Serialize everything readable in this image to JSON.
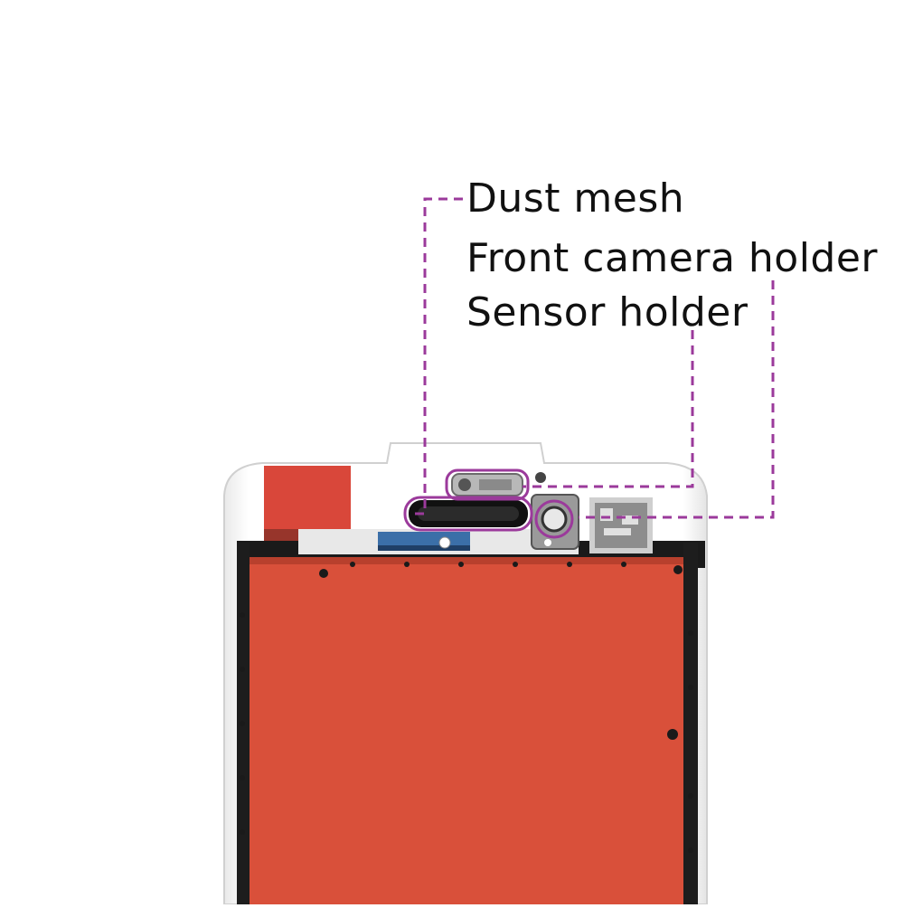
{
  "labels": {
    "dust_mesh": "Dust mesh",
    "front_camera_holder": "Front camera holder",
    "sensor_holder": "Sensor holder"
  },
  "colors": {
    "callout": "#9b3a9b",
    "lcd_backing": "#d9503a",
    "frame": "#ffffff",
    "bezel": "#1a1a1a"
  },
  "icons": {
    "earpiece": "earpiece-mesh",
    "camera": "camera-ring",
    "sensor": "sensor-bracket"
  }
}
